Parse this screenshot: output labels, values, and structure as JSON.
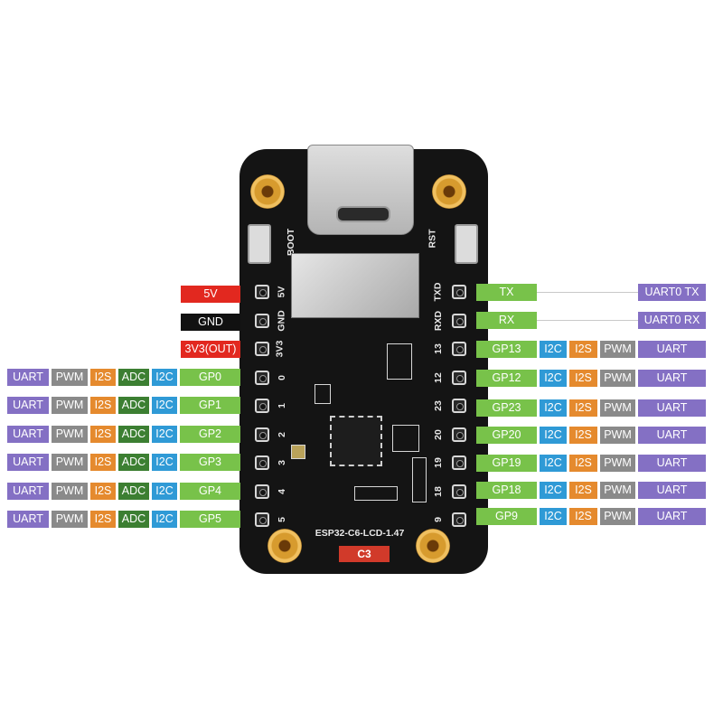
{
  "board": {
    "name": "ESP32-C6-LCD-1.47",
    "buttons": {
      "boot": "BOOT",
      "rst": "RST"
    },
    "badge": "C3",
    "left_pins": [
      "5V",
      "GND",
      "3V3",
      "0",
      "1",
      "2",
      "3",
      "4",
      "5"
    ],
    "right_pins": [
      "TXD",
      "RXD",
      "13",
      "12",
      "23",
      "20",
      "19",
      "18",
      "9"
    ]
  },
  "power_labels": [
    "5V",
    "GND",
    "3V3(OUT)"
  ],
  "left_rows": [
    [
      "UART",
      "PWM",
      "I2S",
      "ADC",
      "I2C",
      "GP0"
    ],
    [
      "UART",
      "PWM",
      "I2S",
      "ADC",
      "I2C",
      "GP1"
    ],
    [
      "UART",
      "PWM",
      "I2S",
      "ADC",
      "I2C",
      "GP2"
    ],
    [
      "UART",
      "PWM",
      "I2S",
      "ADC",
      "I2C",
      "GP3"
    ],
    [
      "UART",
      "PWM",
      "I2S",
      "ADC",
      "I2C",
      "GP4"
    ],
    [
      "UART",
      "PWM",
      "I2S",
      "ADC",
      "I2C",
      "GP5"
    ]
  ],
  "right_uart": [
    {
      "pin": "TX",
      "func": "UART0 TX"
    },
    {
      "pin": "RX",
      "func": "UART0 RX"
    }
  ],
  "right_rows": [
    [
      "GP13",
      "I2C",
      "I2S",
      "PWM",
      "UART"
    ],
    [
      "GP12",
      "I2C",
      "I2S",
      "PWM",
      "UART"
    ],
    [
      "GP23",
      "I2C",
      "I2S",
      "PWM",
      "UART"
    ],
    [
      "GP20",
      "I2C",
      "I2S",
      "PWM",
      "UART"
    ],
    [
      "GP19",
      "I2C",
      "I2S",
      "PWM",
      "UART"
    ],
    [
      "GP18",
      "I2C",
      "I2S",
      "PWM",
      "UART"
    ],
    [
      "GP9",
      "I2C",
      "I2S",
      "PWM",
      "UART"
    ]
  ]
}
